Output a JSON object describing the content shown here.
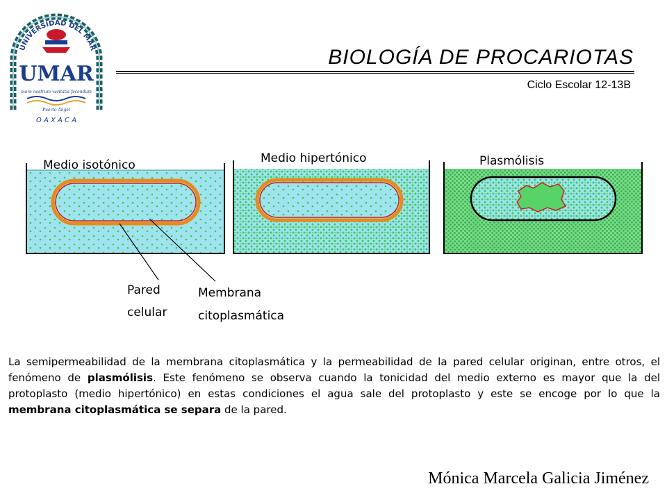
{
  "header": {
    "title": "BIOLOGÍA DE PROCARIOTAS",
    "subtitle": "Ciclo Escolar 12-13B"
  },
  "logo": {
    "arc_text": "UNIVERSIDAD DEL MAR",
    "monogram": "UMAR",
    "motto": "mare nostrum veritatis fecendum",
    "campus": "Puerto Ángel",
    "state": "O A X A C A"
  },
  "diagram": {
    "panels": [
      {
        "label": "Medio isotónico"
      },
      {
        "label": "Medio hipertónico"
      },
      {
        "label": "Plasmólisis"
      }
    ],
    "callouts": {
      "wall_line1": "Pared",
      "wall_line2": "celular",
      "membrane_line1": "Membrana",
      "membrane_line2": "citoplasmática"
    },
    "colors": {
      "water": "#9fe3ee",
      "dots": "#3cc85a",
      "wall": "#e88a1c",
      "membrane": "#cc1f1f"
    }
  },
  "paragraph": {
    "part1": "La semipermeabilidad de la membrana citoplasmática y la permeabilidad de la pared celular originan, entre otros, el fenómeno de ",
    "bold1": "plasmólisis",
    "part2": ". Este fenómeno se observa cuando la tonicidad del medio externo es mayor que la del protoplasto (medio hipertónico) en estas condiciones el agua sale del protoplasto y este se encoge por lo que la ",
    "bold2": "membrana citoplasmática se separa",
    "part3": " de la pared."
  },
  "footer": {
    "author": "Mónica Marcela Galicia Jiménez"
  }
}
